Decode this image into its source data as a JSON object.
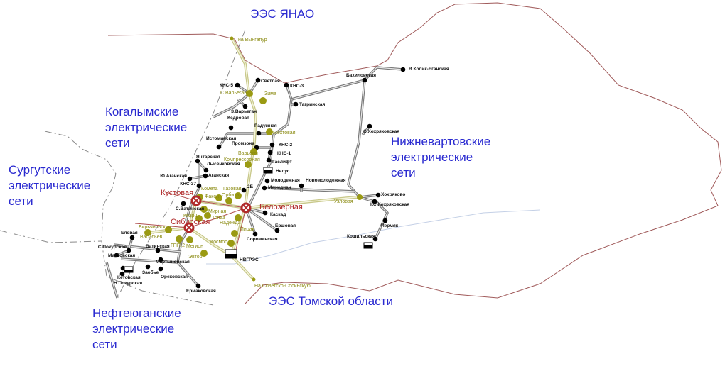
{
  "colors": {
    "region_text": "#2a2ad0",
    "substation": "#000000",
    "consumer_substation": "#9a9a12",
    "major_substation": "#b02a2a",
    "boundary": "#a05050",
    "line": "#888888",
    "river": "#b8c8e0"
  },
  "regions": [
    {
      "id": "yanao",
      "lines": [
        "ЭЭС ЯНАО"
      ]
    },
    {
      "id": "kogalym",
      "lines": [
        "Когалымские",
        "электрические",
        "сети"
      ]
    },
    {
      "id": "surgut",
      "lines": [
        "Сургутские",
        "электрические",
        "сети"
      ]
    },
    {
      "id": "nizhnevartovsk",
      "lines": [
        "Нижневартовские",
        "электрические",
        "сети"
      ]
    },
    {
      "id": "nefteyugansk",
      "lines": [
        "Нефтеюганские",
        "электрические",
        "сети"
      ]
    },
    {
      "id": "tomsk",
      "lines": [
        "ЭЭС Томской области"
      ]
    }
  ],
  "substations": [
    "КНС-5",
    "Светлая",
    "З.Варьеган",
    "Кедровая",
    "Истоминская",
    "Промзона",
    "Радужная",
    "КНС-2",
    "КНС-1",
    "Гаслифт",
    "Нелус",
    "Молодежная",
    "Меридиан",
    "Новомолодежная",
    "2Б",
    "Янтарская",
    "Лысенковская",
    "Аганская",
    "Ю.Аганская",
    "КНС-37",
    "С.Ватинская",
    "Каскад",
    "Ершовая",
    "Сороминская",
    "Еловая",
    "Ватинская",
    "С.Покурская",
    "Мартовская",
    "Мартыновская",
    "Кетовская",
    "Заобье",
    "Ореховская",
    "Н.Покурская",
    "Ермаковская",
    "КНС-3",
    "Тагринская",
    "Бахиловская",
    "В.Колик-Еганская",
    "С.Хохряковская",
    "Хохряково",
    "КС Хохряковская",
    "Пермяк",
    "Кошильская"
  ],
  "consumer_substations": [
    "С.Варьеган",
    "Зима",
    "Мохтовая",
    "Варьеган",
    "Компрессорная",
    "Комета",
    "Факел",
    "Орбита",
    "Газовая",
    "Мирная",
    "Топаз",
    "Кварц",
    "Надежда",
    "Мирак",
    "Космос",
    "Эвтор",
    "Мегион",
    "ГПП-2",
    "Бирьяновская",
    "Васильев",
    "Узловая"
  ],
  "major_substations": [
    "Кустовая",
    "Сибирская",
    "Белозерная"
  ],
  "power_plant": "НВГРЭС",
  "directions": [
    "на Вынгапур",
    "На Советско-Сосинскую"
  ]
}
